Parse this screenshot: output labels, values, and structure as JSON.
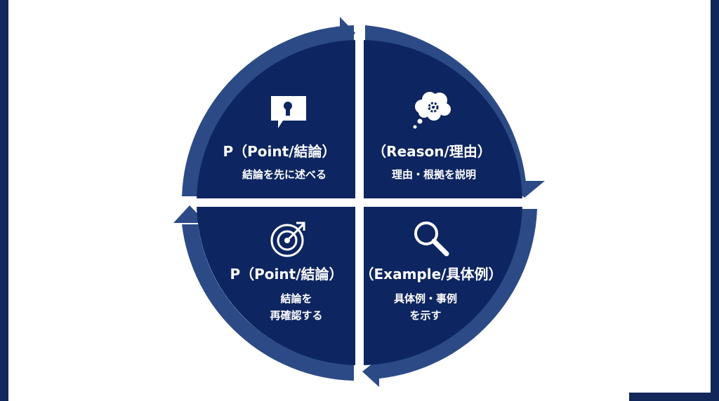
{
  "colors": {
    "quadrant": "#0d2560",
    "ring": "#2c4a86",
    "frame": "#13285a",
    "text": "#ffffff"
  },
  "quadrants": [
    {
      "id": "point",
      "icon": "speech-bubble-keyhole-icon",
      "title": "P（Point/結論）",
      "desc": [
        "結論を先に述べる"
      ]
    },
    {
      "id": "reason",
      "icon": "thought-bubble-gear-icon",
      "title": "（Reason/理由）",
      "desc": [
        "理由・根拠を説明"
      ]
    },
    {
      "id": "example",
      "icon": "magnifier-icon",
      "title": "（Example/具体例）",
      "desc": [
        "具体例・事例",
        "を示す"
      ]
    },
    {
      "id": "point-again",
      "icon": "target-arrow-icon",
      "title": "P（Point/結論）",
      "desc": [
        "結論を",
        "再確認する"
      ]
    }
  ]
}
